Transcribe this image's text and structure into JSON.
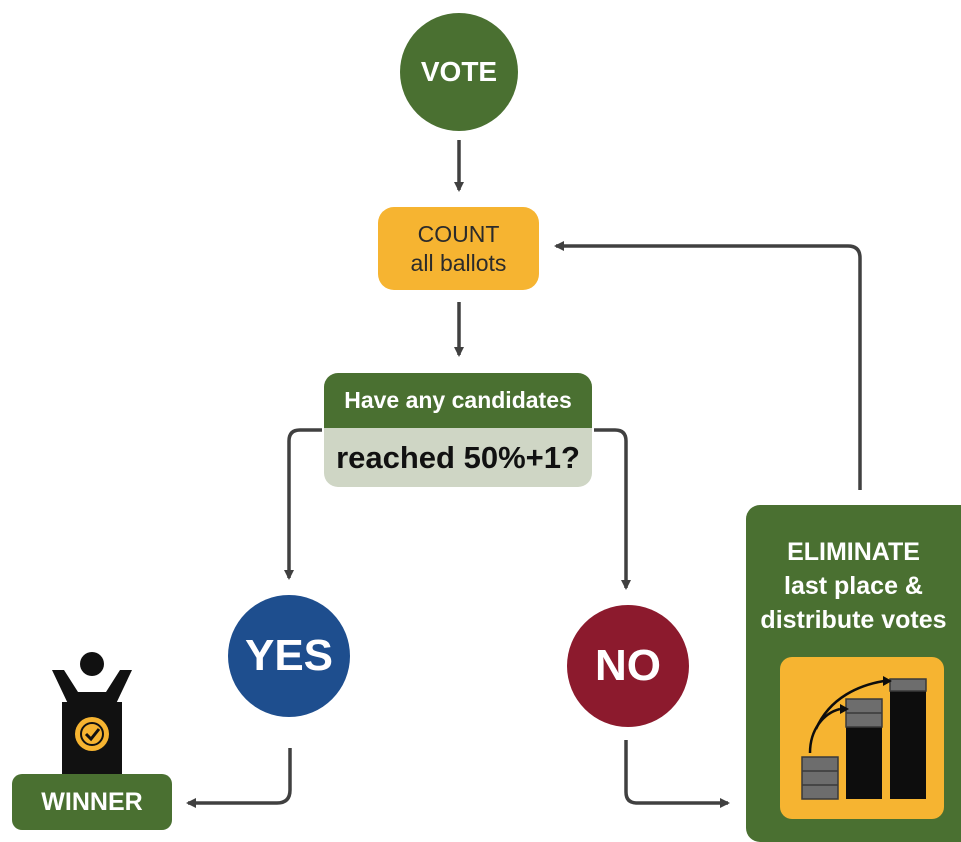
{
  "nodes": {
    "vote": "VOTE",
    "count_line1": "COUNT",
    "count_line2": "all ballots",
    "question_line1": "Have any candidates",
    "question_line2": "reached 50%+1?",
    "yes": "YES",
    "no": "NO",
    "eliminate_line1": "ELIMINATE",
    "eliminate_line2": "last place &",
    "eliminate_line3": "distribute votes",
    "winner": "WINNER"
  },
  "icons": {
    "winner_figure": "winner-podium-icon",
    "eliminate_graphic": "vote-redistribution-bars-icon"
  },
  "colors": {
    "green": "#4a7031",
    "orange": "#f6b431",
    "blue": "#1e4e8e",
    "maroon": "#8c1a2d",
    "light_green": "#cfd6c5",
    "arrow": "#404040"
  }
}
